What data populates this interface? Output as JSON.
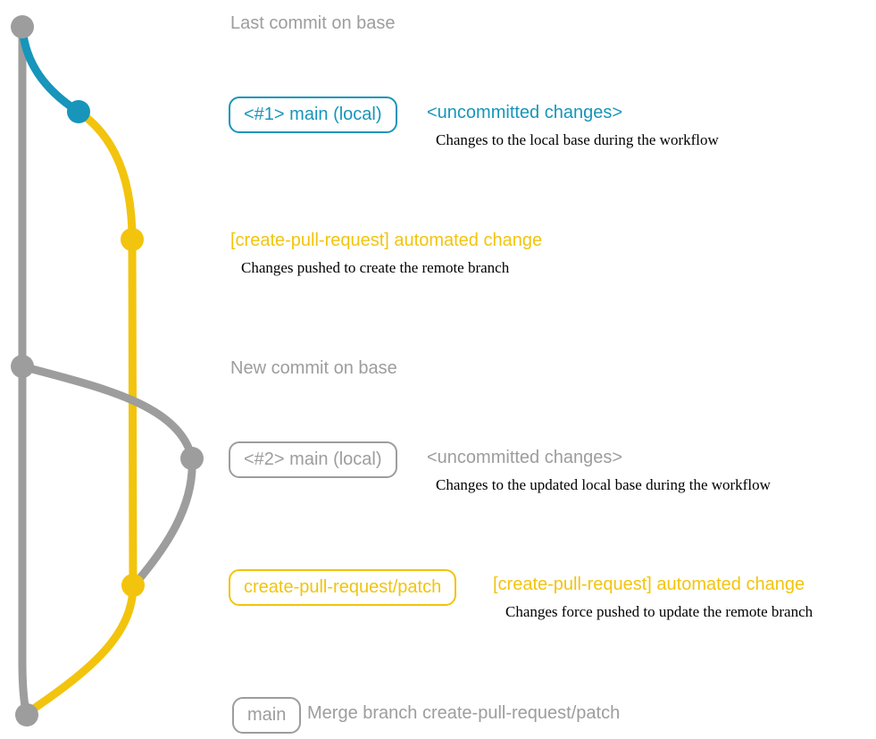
{
  "colors": {
    "gray": "#9d9d9d",
    "teal": "#1795bb",
    "yellow": "#f2c40d",
    "ink": "#000000",
    "bg": "#ffffff"
  },
  "graph": {
    "branches": [
      {
        "name": "base-branch",
        "color": "gray"
      },
      {
        "name": "local-uncommitted-1",
        "color": "teal"
      },
      {
        "name": "create-pull-request-patch",
        "color": "yellow"
      },
      {
        "name": "local-uncommitted-2",
        "color": "gray"
      }
    ],
    "commits": [
      {
        "name": "last-commit-on-base",
        "color": "gray"
      },
      {
        "name": "main-local-1",
        "color": "teal"
      },
      {
        "name": "automated-change-1",
        "color": "yellow"
      },
      {
        "name": "new-commit-on-base",
        "color": "gray"
      },
      {
        "name": "main-local-2",
        "color": "gray"
      },
      {
        "name": "automated-change-2",
        "color": "yellow"
      },
      {
        "name": "merge-commit",
        "color": "gray"
      }
    ]
  },
  "labels": {
    "last_commit_heading": "Last commit on base",
    "main_local_1_badge": "<#1> main (local)",
    "uncommitted_1": "<uncommitted changes>",
    "uncommitted_1_desc": "Changes to the local base during the workflow",
    "automated_change_1": "[create-pull-request] automated change",
    "automated_change_1_desc": "Changes pushed to create the remote branch",
    "new_commit_heading": "New commit on base",
    "main_local_2_badge": "<#2> main (local)",
    "uncommitted_2": "<uncommitted changes>",
    "uncommitted_2_desc": "Changes to the updated local base during the workflow",
    "patch_branch_badge": "create-pull-request/patch",
    "automated_change_2": "[create-pull-request] automated change",
    "automated_change_2_desc": "Changes force pushed to update the remote branch",
    "main_badge": "main",
    "merge_text": "Merge branch create-pull-request/patch"
  }
}
